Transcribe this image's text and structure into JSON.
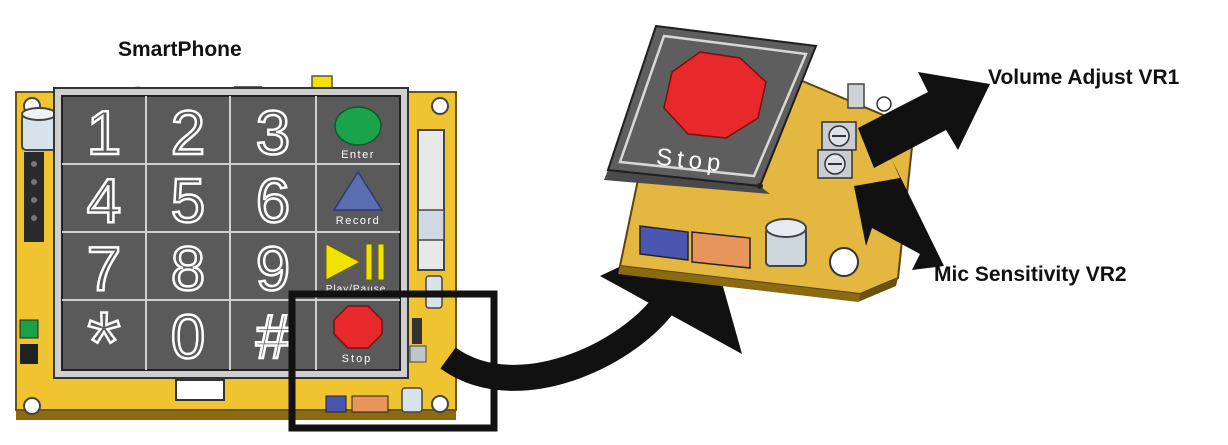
{
  "labels": {
    "device_title": "SmartPhone",
    "volume_adjust": "Volume Adjust VR1",
    "mic_sensitivity": "Mic Sensitivity VR2"
  },
  "keypad": {
    "keys": [
      "1",
      "2",
      "3",
      "Enter",
      "4",
      "5",
      "6",
      "Record",
      "7",
      "8",
      "9",
      "Play/Pause",
      "*",
      "0",
      "#",
      "Stop"
    ]
  },
  "detail": {
    "button_label": "Stop"
  },
  "colors": {
    "board": "#f0c431",
    "keypad": "#5a5a5a",
    "enter_button": "#1aa34a",
    "record_button": "#5b6fb0",
    "play_pause_button": "#f2e200",
    "stop_button": "#e8282a",
    "arrow": "#111111"
  }
}
